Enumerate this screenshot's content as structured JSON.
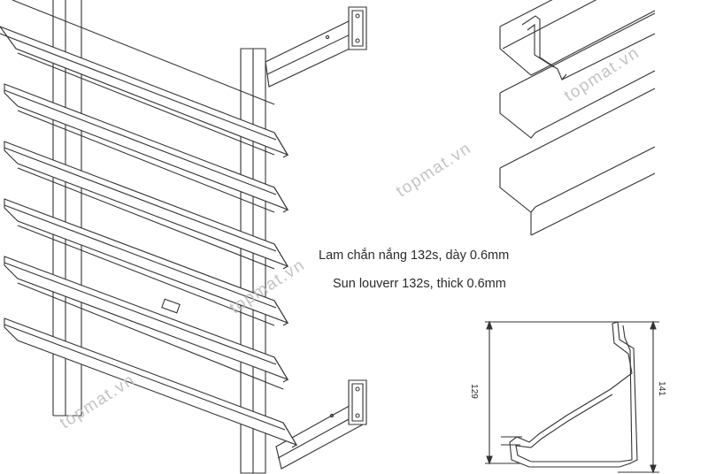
{
  "captions": {
    "vietnamese": "Lam chắn nắng 132s, dày 0.6mm",
    "english": "Sun louverr  132s, thick 0.6mm"
  },
  "watermark": "topmat.vn",
  "dimensions": {
    "profile_inner_height": "129",
    "profile_total_height": "141"
  },
  "colors": {
    "line": "#333333",
    "watermark": "#bdbdbd",
    "background": "#ffffff"
  }
}
